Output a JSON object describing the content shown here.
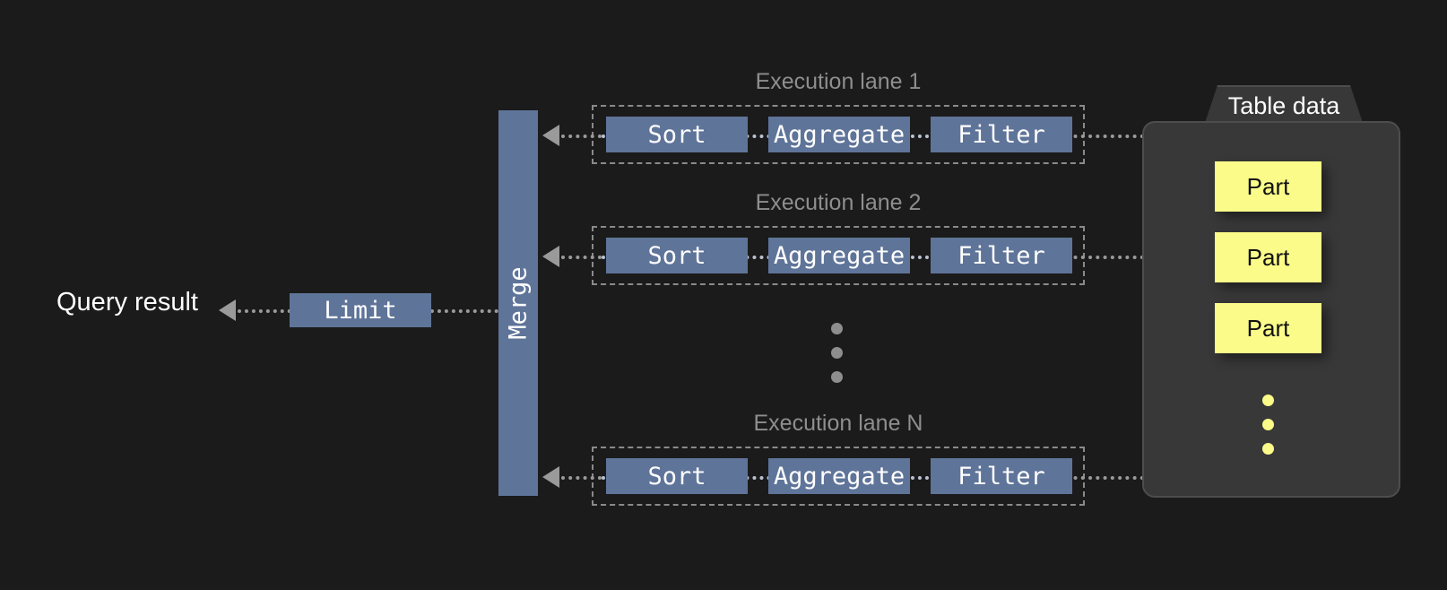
{
  "diagram": {
    "background_color": "#1b1b1b",
    "operator_color": "#5f7499",
    "part_color": "#fbfb8a",
    "container_color": "#383838",
    "connector_color": "#9a9a9a"
  },
  "query_result": {
    "label": "Query result"
  },
  "limit": {
    "label": "Limit"
  },
  "merge": {
    "label": "Merge"
  },
  "lanes": [
    {
      "title": "Execution lane 1",
      "stages": [
        {
          "label": "Sort"
        },
        {
          "label": "Aggregate"
        },
        {
          "label": "Filter"
        }
      ]
    },
    {
      "title": "Execution lane 2",
      "stages": [
        {
          "label": "Sort"
        },
        {
          "label": "Aggregate"
        },
        {
          "label": "Filter"
        }
      ]
    },
    {
      "title": "Execution lane N",
      "stages": [
        {
          "label": "Sort"
        },
        {
          "label": "Aggregate"
        },
        {
          "label": "Filter"
        }
      ]
    }
  ],
  "lane_ellipsis": {
    "dot_count": 3,
    "color": "#8e8e8e"
  },
  "table_data": {
    "title": "Table data",
    "parts": [
      {
        "label": "Part"
      },
      {
        "label": "Part"
      },
      {
        "label": "Part"
      }
    ],
    "ellipsis": {
      "dot_count": 3,
      "color": "#fbfb8a"
    }
  }
}
